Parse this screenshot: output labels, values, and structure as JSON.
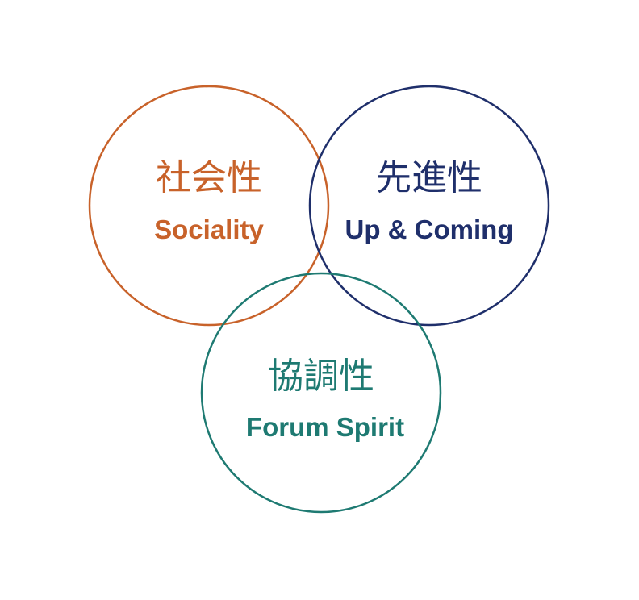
{
  "circles": [
    {
      "id": "sociality",
      "kanji": "社会性",
      "english": "Sociality",
      "color": "#c8622a"
    },
    {
      "id": "up-coming",
      "kanji": "先進性",
      "english": "Up & Coming",
      "color": "#1f2f6b"
    },
    {
      "id": "forum-spirit",
      "kanji": "協調性",
      "english": "Forum Spirit",
      "color": "#1e7a72"
    }
  ]
}
